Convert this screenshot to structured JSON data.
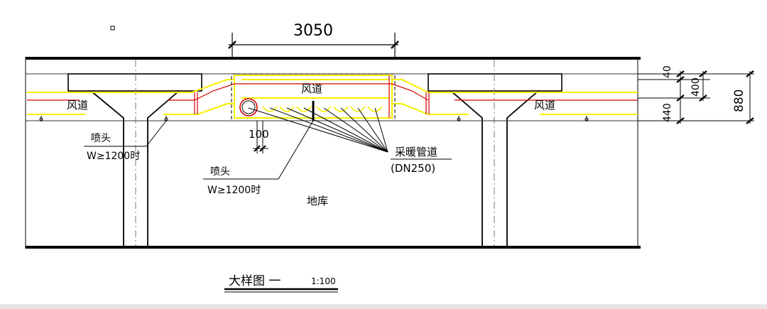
{
  "dimensions": {
    "span_width": "3050",
    "gap_small": "100",
    "right_stack": [
      "40",
      "400",
      "440"
    ],
    "total_height": "880"
  },
  "labels": {
    "air_duct": "风道",
    "sprinkler_title": "喷头",
    "sprinkler_condition": "W≥1200时",
    "heating_pipe": "采暖管道",
    "heating_pipe_size": "(DN250)",
    "garage": "地库"
  },
  "footer": {
    "title": "大样图 一",
    "scale": "1:100"
  },
  "colors": {
    "structure": "#000000",
    "duct_outline": "#f5f000",
    "pipe": "#d60000",
    "ceiling_line": "#9a9a9a"
  }
}
